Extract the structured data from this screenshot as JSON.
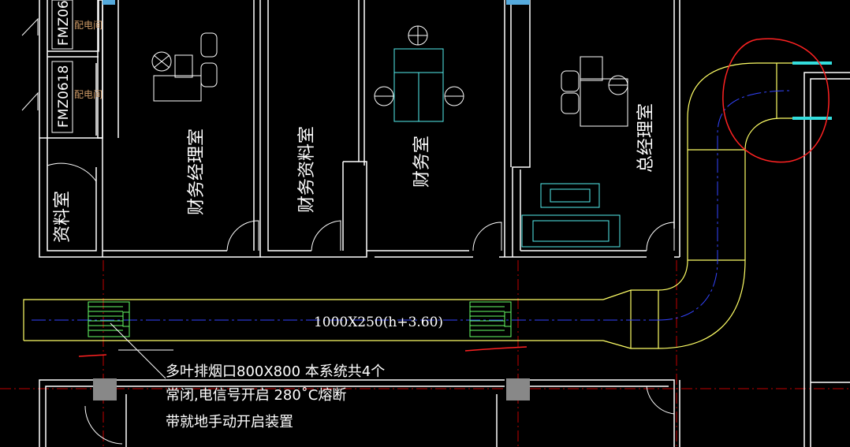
{
  "rooms": {
    "fm_top": "FMZ06",
    "fm_mid": "FMZ0618",
    "peidian_top": "配电间",
    "peidian_mid": "配电间",
    "ziliaoshi": "资料室",
    "caiwu_jingli": "财务经理室",
    "caiwu_ziliao": "财务资料室",
    "caiwushi": "财务室",
    "zong_jingli": "总经理室"
  },
  "duct": {
    "size_label": "1000X250(h+3.60)"
  },
  "annotation": {
    "line1": "多叶排烟口800X800 本系统共4个",
    "line2": "常闭,电信号开启 280˚C熔断",
    "line3": "带就地手动开启装置"
  },
  "colors": {
    "wall": "#ffffff",
    "duct": "#ffff66",
    "axis": "#c00000",
    "centerline": "#3344ff",
    "grille": "#66ff66",
    "furniture": "#55eeee",
    "door_label": "#cc9966",
    "markup": "#ff2222",
    "pipe": "#33dddd",
    "column": "#888888"
  }
}
